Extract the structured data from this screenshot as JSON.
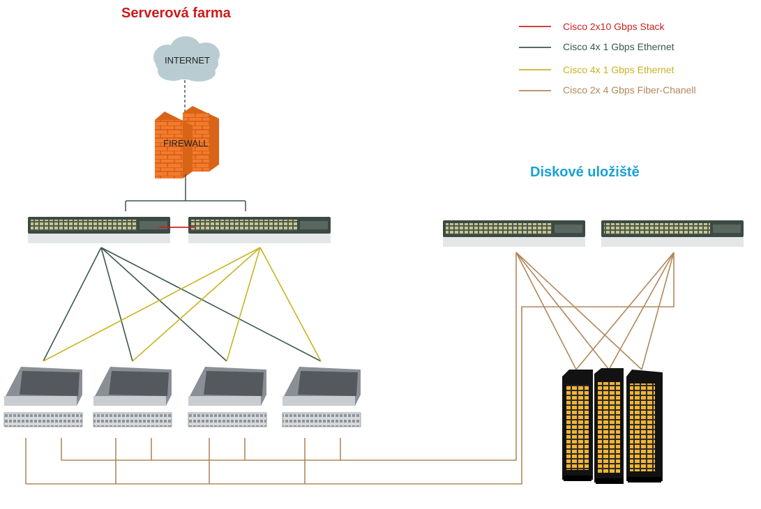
{
  "titles": {
    "server_farm": "Serverová farma",
    "storage": "Diskové uložiště"
  },
  "labels": {
    "internet": "INTERNET",
    "firewall": "FIREWALL"
  },
  "legend": [
    {
      "text": "Cisco 2x10 Gbps Stack",
      "color": "#cc2222"
    },
    {
      "text": "Cisco 4x 1 Gbps Ethernet",
      "color": "#3a564d"
    },
    {
      "text": "Cisco 4x 1 Gbps Ethernet",
      "color": "#c8b41e"
    },
    {
      "text": "Cisco 2x 4 Gbps Fiber-Chanell",
      "color": "#b0875a"
    }
  ],
  "colors": {
    "stack": "#cc2222",
    "ethernet_dark": "#3a564d",
    "ethernet_yellow": "#c8b41e",
    "fiber": "#b0875a",
    "firewall": "#f07a28",
    "cloud": "#b9ccd2"
  }
}
